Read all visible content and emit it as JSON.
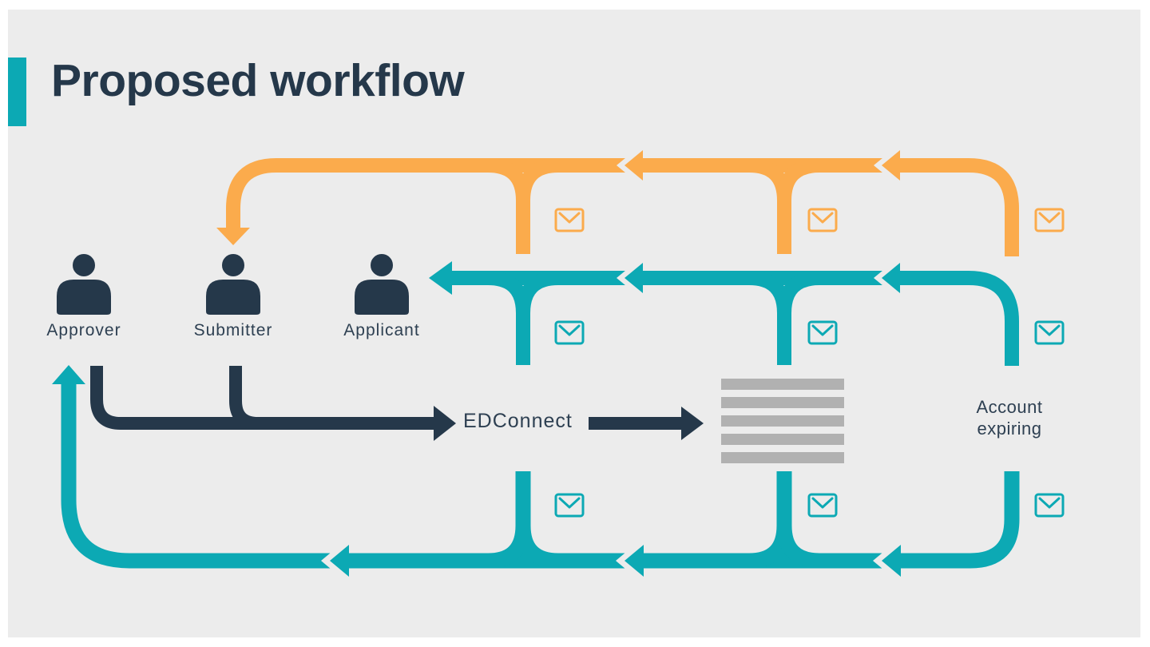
{
  "slide": {
    "title": "Proposed workflow"
  },
  "colors": {
    "accent_teal": "#0CA9B4",
    "accent_orange": "#FBAB4C",
    "dark_navy": "#25384A",
    "text_color": "#2E4052",
    "stack_gray": "#B1B1B1",
    "canvas_bg": "#ECECEC",
    "page_bg": "#FFFFFF"
  },
  "actors": [
    {
      "label": "Approver"
    },
    {
      "label": "Submitter"
    },
    {
      "label": "Applicant"
    }
  ],
  "labels": {
    "edconnect": "EDConnect",
    "account_expiring_line1": "Account",
    "account_expiring_line2": "expiring"
  },
  "icons": {
    "person": "person-icon",
    "envelope": "envelope-icon",
    "server_stack": "server-stack-icon"
  },
  "flows": [
    {
      "name": "email-to-submitter",
      "color_ref": "accent_orange",
      "direction": "right-to-left",
      "target": "Submitter",
      "envelopes": 3
    },
    {
      "name": "email-to-applicant",
      "color_ref": "accent_teal",
      "direction": "right-to-left",
      "target": "Applicant",
      "envelopes": 3
    },
    {
      "name": "email-to-approver",
      "color_ref": "accent_teal",
      "direction": "right-to-left",
      "target": "Approver",
      "envelopes": 3
    },
    {
      "name": "submission-to-edconnect",
      "color_ref": "dark_navy",
      "direction": "left-to-right",
      "from": "Approver / Submitter",
      "via": "EDConnect"
    }
  ]
}
